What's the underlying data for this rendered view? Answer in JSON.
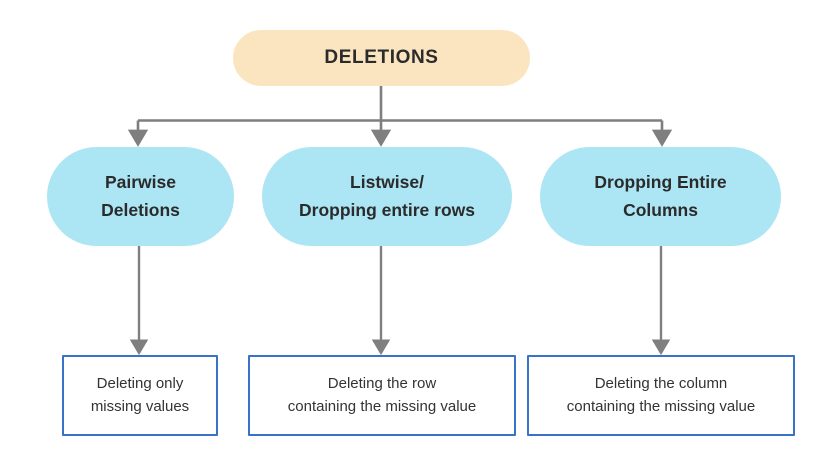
{
  "diagram": {
    "title": "DELETIONS",
    "type": "flowchart",
    "background_color": "#ffffff",
    "connector_color": "#7F7F7F",
    "root": {
      "label": "DELETIONS",
      "fill_color": "#FBE5C0",
      "text_color": "#2B2B2B",
      "shape": "rounded-pill"
    },
    "branches": [
      {
        "label": "Pairwise\nDeletions",
        "fill_color": "#ACE5F3",
        "text_color": "#2B2B2B",
        "shape": "rounded-pill"
      },
      {
        "label": "Listwise/\nDropping entire rows",
        "fill_color": "#ACE5F3",
        "text_color": "#2B2B2B",
        "shape": "rounded-pill"
      },
      {
        "label": "Dropping Entire\nColumns",
        "fill_color": "#ACE5F3",
        "text_color": "#2B2B2B",
        "shape": "rounded-pill"
      }
    ],
    "leaves": [
      {
        "label": "Deleting only\nmissing values",
        "fill_color": "#FFFFFF",
        "border_color": "#3A72C8",
        "text_color": "#333333",
        "shape": "rectangle"
      },
      {
        "label": "Deleting the row\ncontaining the missing value",
        "fill_color": "#FFFFFF",
        "border_color": "#3A72C8",
        "text_color": "#333333",
        "shape": "rectangle"
      },
      {
        "label": "Deleting the column\ncontaining the missing value",
        "fill_color": "#FFFFFF",
        "border_color": "#3A72C8",
        "text_color": "#333333",
        "shape": "rectangle"
      }
    ]
  }
}
